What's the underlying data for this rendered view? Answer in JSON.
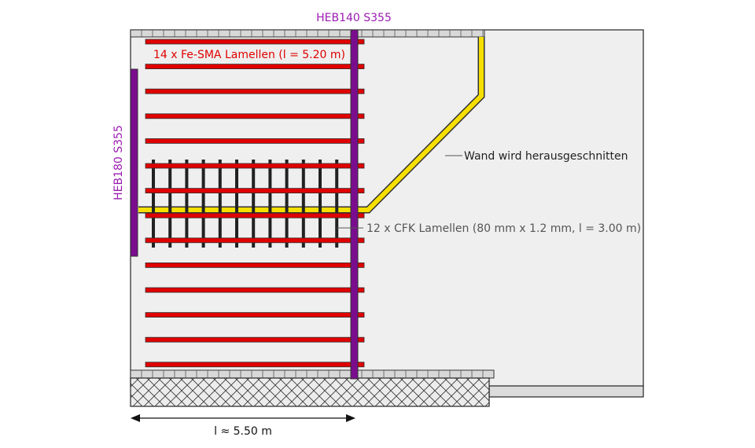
{
  "labels": {
    "heb140": "HEB140 S355",
    "heb180": "HEB180 S355",
    "fe_sma": "14 x Fe-SMA Lamellen (l = 5.20 m)",
    "cut_wall": "Wand wird herausgeschnitten",
    "cfk": "12 x CFK Lamellen (80 mm x 1.2 mm, l = 3.00 m)",
    "length": "l ≈ 5.50 m"
  },
  "counts": {
    "fe_sma_strips": 14,
    "cfk_strips": 12
  },
  "colors": {
    "steel_profile": "#7a0d8e",
    "fe_sma": "#e00000",
    "cfk": "#222222",
    "cut_line": "#f7df00",
    "wall": "#efefef",
    "label_purple": "#9a1bb0",
    "label_red": "#e00000",
    "label_grey": "#555555"
  }
}
